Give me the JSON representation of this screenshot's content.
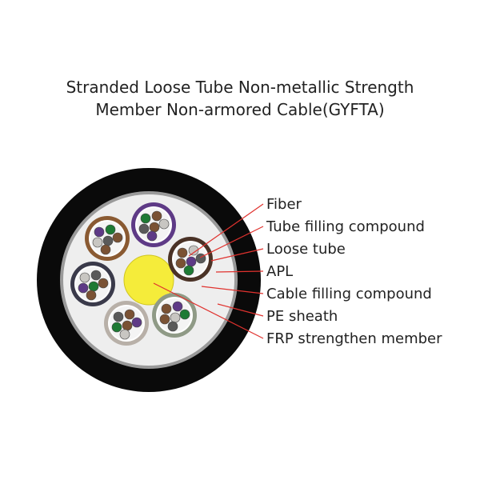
{
  "title": {
    "line1": "Stranded Loose Tube Non-metallic Strength",
    "line2": "Member Non-armored Cable(GYFTA)"
  },
  "labels": [
    "Fiber",
    "Tube filling compound",
    "Loose tube",
    "APL",
    "Cable filling compound",
    "PE sheath",
    "FRP strengthen member"
  ],
  "colors": {
    "sheath": "#0a0a0a",
    "apl": "#9a9a9a",
    "filling": "#eeeeee",
    "frp": "#f5ec3a",
    "leader": "#e0322e",
    "tube_rings": [
      "#8a5a32",
      "#5e3a86",
      "#4a3226",
      "#3a3a4a",
      "#b8b0a8",
      "#8f9a86"
    ],
    "fiber_colors": [
      "#5e3a86",
      "#1e7a34",
      "#7a5234",
      "#c8c6c2",
      "#5a5a5a",
      "#7a5234"
    ]
  }
}
